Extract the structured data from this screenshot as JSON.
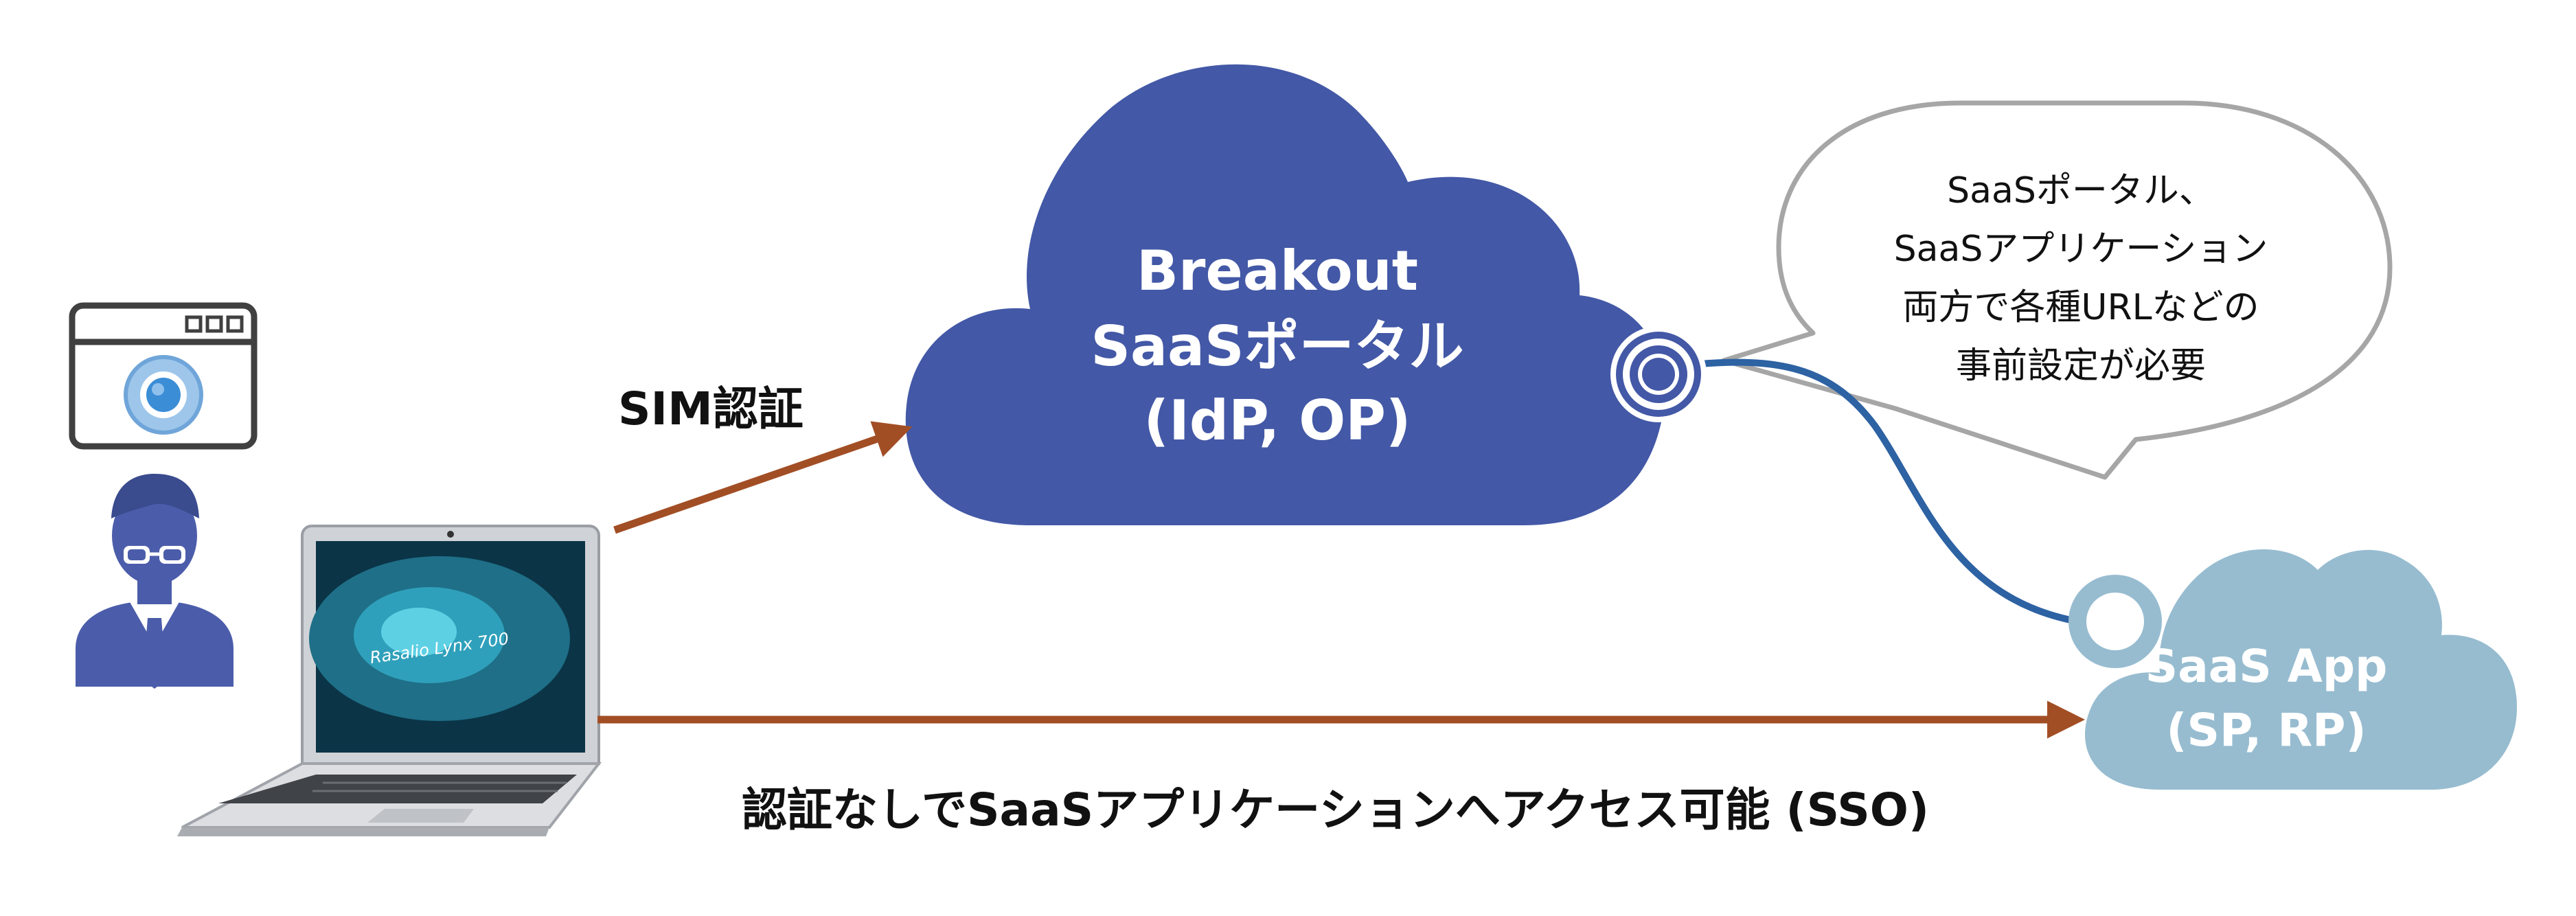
{
  "colors": {
    "portal_cloud": "#4358A6",
    "app_cloud": "#97BCD0",
    "arrow": "#A24E25",
    "link_line": "#2D62A3",
    "bubble_stroke": "#A6A6A6",
    "text_dark": "#111111",
    "text_light": "#ffffff",
    "user_icon": "#4B5DAA"
  },
  "icons": {
    "browser": "browser-window-icon",
    "user": "user-with-glasses-icon",
    "laptop": "laptop-icon"
  },
  "laptop": {
    "screen_logo": "Rasalio Lynx 700"
  },
  "portal_cloud": {
    "line1": "Breakout",
    "line2": "SaaSポータル",
    "line3": "(IdP, OP)"
  },
  "app_cloud": {
    "line1": "SaaS App",
    "line2": "(SP, RP)"
  },
  "speech_bubble": {
    "lines": [
      "SaaSポータル、",
      "SaaSアプリケーション",
      "両方で各種URLなどの",
      "事前設定が必要"
    ]
  },
  "labels": {
    "sim_auth": "SIM認証",
    "sso": "認証なしでSaaSアプリケーションへアクセス可能 (SSO)"
  }
}
